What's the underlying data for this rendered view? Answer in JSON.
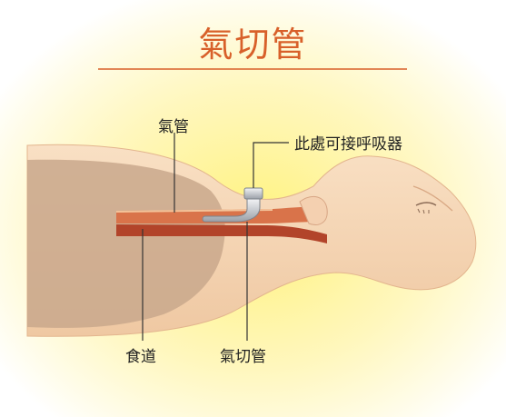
{
  "title": "氣切管",
  "labels": {
    "trachea": "氣管",
    "ventilator_connection": "此處可接呼吸器",
    "esophagus": "食道",
    "tracheostomy_tube": "氣切管"
  },
  "colors": {
    "title": "#d8602a",
    "background_glow": "#fff27a",
    "skin": "#f6d6b4",
    "chest_cavity": "#c9a88c",
    "trachea": "#d9734a",
    "esophagus": "#b2442a",
    "tube": "#c2c6cc"
  }
}
